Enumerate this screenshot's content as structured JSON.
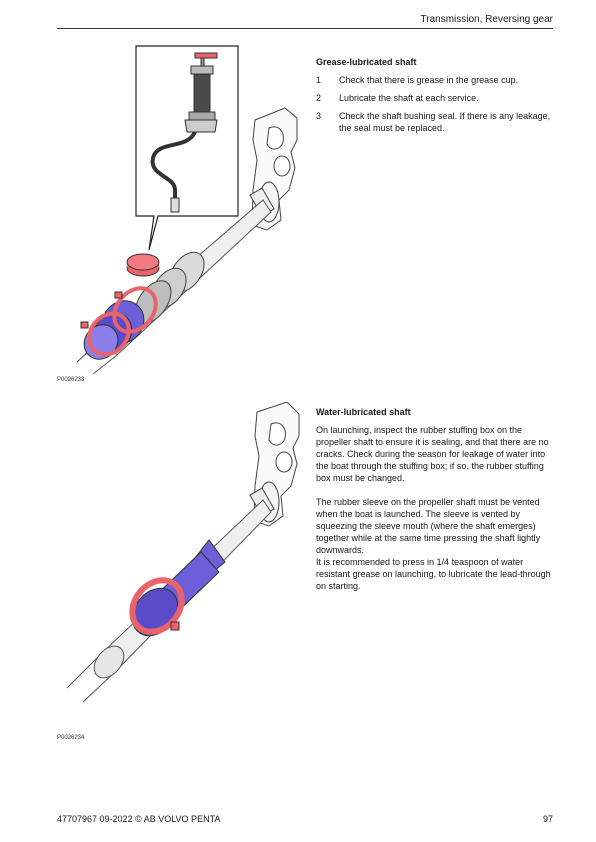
{
  "header": {
    "title": "Transmission, Reversing gear"
  },
  "figures": [
    {
      "code": "P0026233"
    },
    {
      "code": "P0026234"
    }
  ],
  "grease_section": {
    "heading": "Grease-lubricated shaft",
    "steps": [
      {
        "num": "1",
        "text": "Check that there is grease in the grease cup."
      },
      {
        "num": "2",
        "text": "Lubricate the shaft at each service."
      },
      {
        "num": "3",
        "text": "Check the shaft bushing seal. If there is any leakage, the seal must be replaced."
      }
    ]
  },
  "water_section": {
    "heading": "Water-lubricated shaft",
    "para1": "On launching, inspect the rubber stuffing box on the propeller shaft to ensure it is sealing, and that there are no cracks. Check during the season for leakage of water into the boat through the stuffing box; if so, the rubber stuffing box must be changed.",
    "para2": "The rubber sleeve on the propeller shaft must be vented when the boat is launched. The sleeve is vented by squeezing the sleeve mouth (where the shaft emerges) together while at the same time pressing the shaft lightly downwards.",
    "para3": "It is recommended to press in 1/4 teaspoon of water resistant grease on launching, to lubricate the lead-through on starting."
  },
  "footer": {
    "doc_ref": "47707967 09-2022 © AB VOLVO PENTA",
    "page_number": "97"
  },
  "colors": {
    "accent_red": "#e8646a",
    "accent_blue": "#6c5fd8",
    "line": "#333333"
  }
}
